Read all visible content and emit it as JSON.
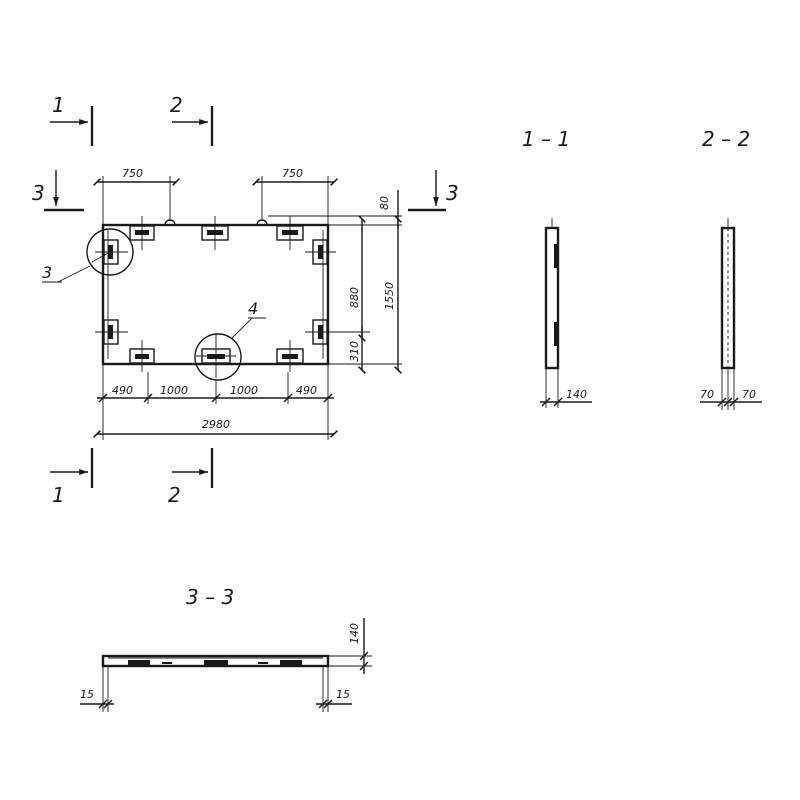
{
  "drawing": {
    "section_marks": {
      "s1_top": "1",
      "s2_top": "2",
      "s3_left": "3",
      "s3_right": "3",
      "s1_bottom": "1",
      "s2_bottom": "2"
    },
    "callouts": {
      "c3": "3",
      "c4": "4"
    },
    "plan_dims": {
      "top_left": "750",
      "top_right": "750",
      "top_offset": "80",
      "inner_height": "880",
      "overall_height": "1550",
      "bottom_offset": "310",
      "b1": "490",
      "b2": "1000",
      "b3": "1000",
      "b4": "490",
      "overall_width": "2980"
    },
    "section_1_1": {
      "title": "1 – 1",
      "dim": "140"
    },
    "section_2_2": {
      "title": "2 – 2",
      "dim_left": "70",
      "dim_right": "70"
    },
    "section_3_3": {
      "title": "3 – 3",
      "dim_height": "140",
      "dim_left": "15",
      "dim_right": "15"
    }
  }
}
